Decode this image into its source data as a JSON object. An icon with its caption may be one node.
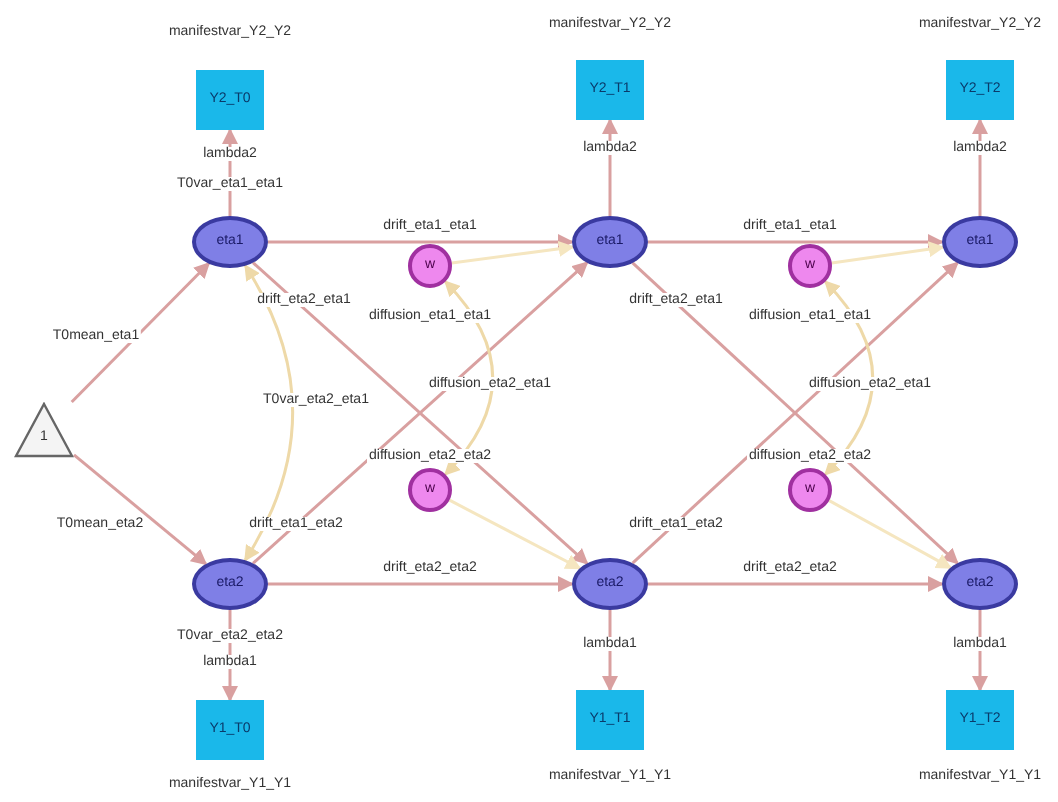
{
  "diagram": {
    "nodes": [
      {
        "text": [
          "Y2_T0"
        ],
        "beside": [
          "manifestvar_Y2_Y2"
        ]
      },
      {
        "text": [
          "Y2_T1"
        ],
        "beside": [
          "manifestvar_Y2_Y2"
        ]
      },
      {
        "text": [
          "Y2_T2"
        ],
        "beside": [
          "manifestvar_Y2_Y2"
        ]
      },
      {
        "text": [
          "eta1"
        ],
        "beside": [
          "T0var_eta1_eta1"
        ]
      },
      {
        "text": [
          "w"
        ],
        "beside": [
          "diffusion_eta1_eta1"
        ]
      },
      {
        "text": [
          "eta1"
        ]
      },
      {
        "text": [
          "w"
        ],
        "beside": [
          "diffusion_eta1_eta1"
        ]
      },
      {
        "text": [
          "eta1"
        ]
      },
      {
        "text": [
          "1"
        ]
      },
      {
        "text": [
          "w"
        ],
        "beside": [
          "diffusion_eta2_eta2"
        ]
      },
      {
        "text": [
          "w"
        ],
        "beside": [
          "diffusion_eta2_eta2"
        ]
      },
      {
        "text": [
          "eta2"
        ],
        "beside": [
          "T0var_eta2_eta2"
        ]
      },
      {
        "text": [
          "eta2"
        ]
      },
      {
        "text": [
          "eta2"
        ]
      },
      {
        "text": [
          "Y1_T0"
        ],
        "beside": [
          "manifestvar_Y1_Y1"
        ]
      },
      {
        "text": [
          "Y1_T1"
        ],
        "beside": [
          "manifestvar_Y1_Y1"
        ]
      },
      {
        "text": [
          "Y1_T2"
        ],
        "beside": [
          "manifestvar_Y1_Y1"
        ]
      }
    ],
    "edges": [
      {
        "from": 8,
        "to": 3,
        "arrow": "to",
        "label": "T0mean_eta1"
      },
      {
        "from": 8,
        "to": 11,
        "arrow": "to",
        "label": "T0mean_eta2"
      },
      {
        "from": 3,
        "to": 0,
        "arrow": "to",
        "label": "lambda2"
      },
      {
        "from": 5,
        "to": 1,
        "arrow": "to",
        "label": "lambda2"
      },
      {
        "from": 7,
        "to": 2,
        "arrow": "to",
        "label": "lambda2"
      },
      {
        "from": 11,
        "to": 14,
        "arrow": "to",
        "label": "lambda1"
      },
      {
        "from": 12,
        "to": 15,
        "arrow": "to",
        "label": "lambda1"
      },
      {
        "from": 13,
        "to": 16,
        "arrow": "to",
        "label": "lambda1"
      },
      {
        "from": 3,
        "to": 5,
        "arrow": "to",
        "label": "drift_eta1_eta1"
      },
      {
        "from": 3,
        "to": 12,
        "arrow": "to",
        "label": "drift_eta2_eta1"
      },
      {
        "from": 11,
        "to": 5,
        "arrow": "to",
        "label": "drift_eta1_eta2"
      },
      {
        "from": 11,
        "to": 12,
        "arrow": "to",
        "label": "drift_eta2_eta2"
      },
      {
        "from": 5,
        "to": 7,
        "arrow": "to",
        "label": "drift_eta1_eta1"
      },
      {
        "from": 5,
        "to": 13,
        "arrow": "to",
        "label": "drift_eta2_eta1"
      },
      {
        "from": 12,
        "to": 7,
        "arrow": "to",
        "label": "drift_eta1_eta2"
      },
      {
        "from": 12,
        "to": 13,
        "arrow": "to",
        "label": "drift_eta2_eta2"
      },
      {
        "from": 4,
        "to": 5,
        "arrow": "to",
        "color": "#f5e6c0"
      },
      {
        "from": 9,
        "to": 12,
        "arrow": "to",
        "color": "#f5e6c0"
      },
      {
        "from": 6,
        "to": 7,
        "arrow": "to",
        "color": "#f5e6c0"
      },
      {
        "from": 10,
        "to": 13,
        "arrow": "to",
        "color": "#f5e6c0"
      },
      {
        "from": 3,
        "to": 11,
        "arrow": "both",
        "label": "T0var_eta2_eta1",
        "color": "#eed9a8"
      },
      {
        "from": 4,
        "to": 9,
        "arrow": "both",
        "label": "diffusion_eta2_eta1",
        "color": "#eed9a8"
      },
      {
        "from": 6,
        "to": 10,
        "arrow": "both",
        "label": "diffusion_eta2_eta1",
        "color": "#eed9a8"
      }
    ]
  }
}
